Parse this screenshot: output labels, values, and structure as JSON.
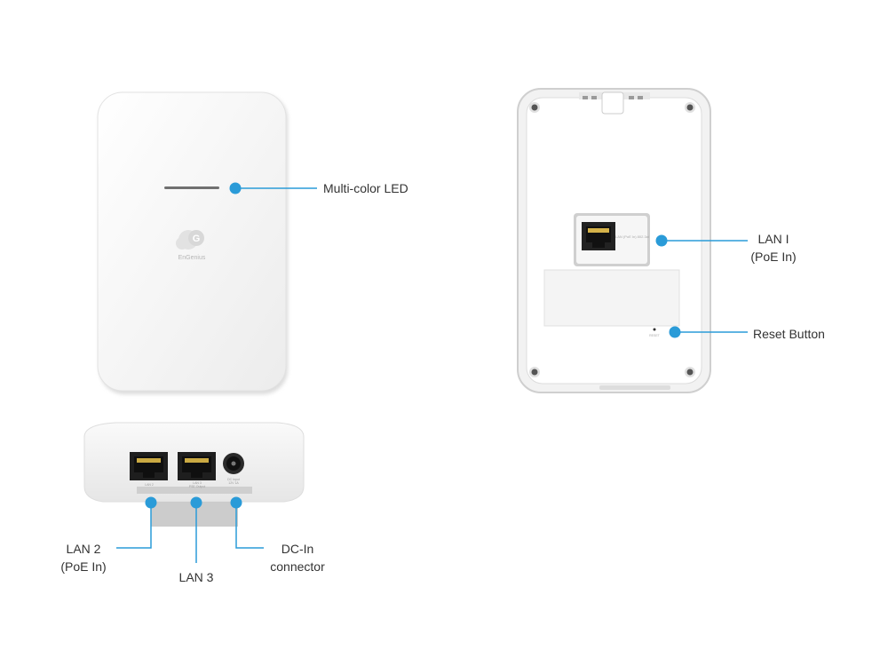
{
  "colors": {
    "accent": "#2a9bd8",
    "device_body": "#f4f4f4",
    "device_edge": "#d6d6d6",
    "label_text": "#333333"
  },
  "front_view": {
    "logo_icon": "engenius-cloud-g-icon",
    "logo_text": "EnGenius"
  },
  "back_view": {
    "port_text": "LAN (PoE In) 802.3at",
    "reset_text": "RESET"
  },
  "bottom_view": {
    "port_labels": [
      "LAN 2",
      "LAN 3\nPSE Output",
      "DC Input\n12V 1A"
    ]
  },
  "callouts": {
    "led": "Multi-color LED",
    "lan1_line1": "LAN I",
    "lan1_line2": "(PoE In)",
    "reset": "Reset Button",
    "lan2_line1": "LAN 2",
    "lan2_line2": "(PoE In)",
    "lan3": "LAN 3",
    "dc_line1": "DC-In",
    "dc_line2": "connector"
  }
}
